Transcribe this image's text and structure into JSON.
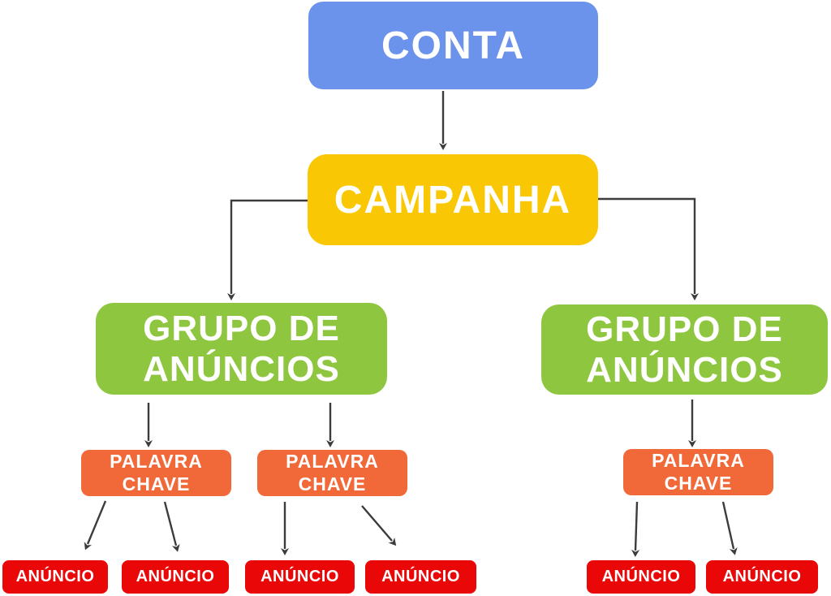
{
  "diagram": {
    "background": "#FFFFFF",
    "text_color": "#FFFFFF",
    "connector_color": "#3C3C3C",
    "nodes": {
      "conta": {
        "label": "CONTA",
        "color": "#6C93EB",
        "level": 1
      },
      "campanha": {
        "label": "CAMPANHA",
        "color": "#F9C703",
        "level": 2
      },
      "grupo_anuncios_1": {
        "label": "GRUPO DE ANÚNCIOS",
        "color": "#8EC63F",
        "level": 3
      },
      "grupo_anuncios_2": {
        "label": "GRUPO DE ANÚNCIOS",
        "color": "#8EC63F",
        "level": 3
      },
      "palavra_chave_1": {
        "label": "PALAVRA CHAVE",
        "color": "#F26939",
        "level": 4
      },
      "palavra_chave_2": {
        "label": "PALAVRA CHAVE",
        "color": "#F26939",
        "level": 4
      },
      "palavra_chave_3": {
        "label": "PALAVRA CHAVE",
        "color": "#F26939",
        "level": 4
      },
      "anuncio_1": {
        "label": "ANÚNCIO",
        "color": "#E90707",
        "level": 5
      },
      "anuncio_2": {
        "label": "ANÚNCIO",
        "color": "#E90707",
        "level": 5
      },
      "anuncio_3": {
        "label": "ANÚNCIO",
        "color": "#E90707",
        "level": 5
      },
      "anuncio_4": {
        "label": "ANÚNCIO",
        "color": "#E90707",
        "level": 5
      },
      "anuncio_5": {
        "label": "ANÚNCIO",
        "color": "#E90707",
        "level": 5
      },
      "anuncio_6": {
        "label": "ANÚNCIO",
        "color": "#E90707",
        "level": 5
      }
    },
    "edges": [
      {
        "from": "conta",
        "to": "campanha"
      },
      {
        "from": "campanha",
        "to": "grupo_anuncios_1"
      },
      {
        "from": "campanha",
        "to": "grupo_anuncios_2"
      },
      {
        "from": "grupo_anuncios_1",
        "to": "palavra_chave_1"
      },
      {
        "from": "grupo_anuncios_1",
        "to": "palavra_chave_2"
      },
      {
        "from": "grupo_anuncios_2",
        "to": "palavra_chave_3"
      },
      {
        "from": "palavra_chave_1",
        "to": "anuncio_1"
      },
      {
        "from": "palavra_chave_1",
        "to": "anuncio_2"
      },
      {
        "from": "palavra_chave_2",
        "to": "anuncio_3"
      },
      {
        "from": "palavra_chave_2",
        "to": "anuncio_4"
      },
      {
        "from": "palavra_chave_3",
        "to": "anuncio_5"
      },
      {
        "from": "palavra_chave_3",
        "to": "anuncio_6"
      }
    ]
  }
}
